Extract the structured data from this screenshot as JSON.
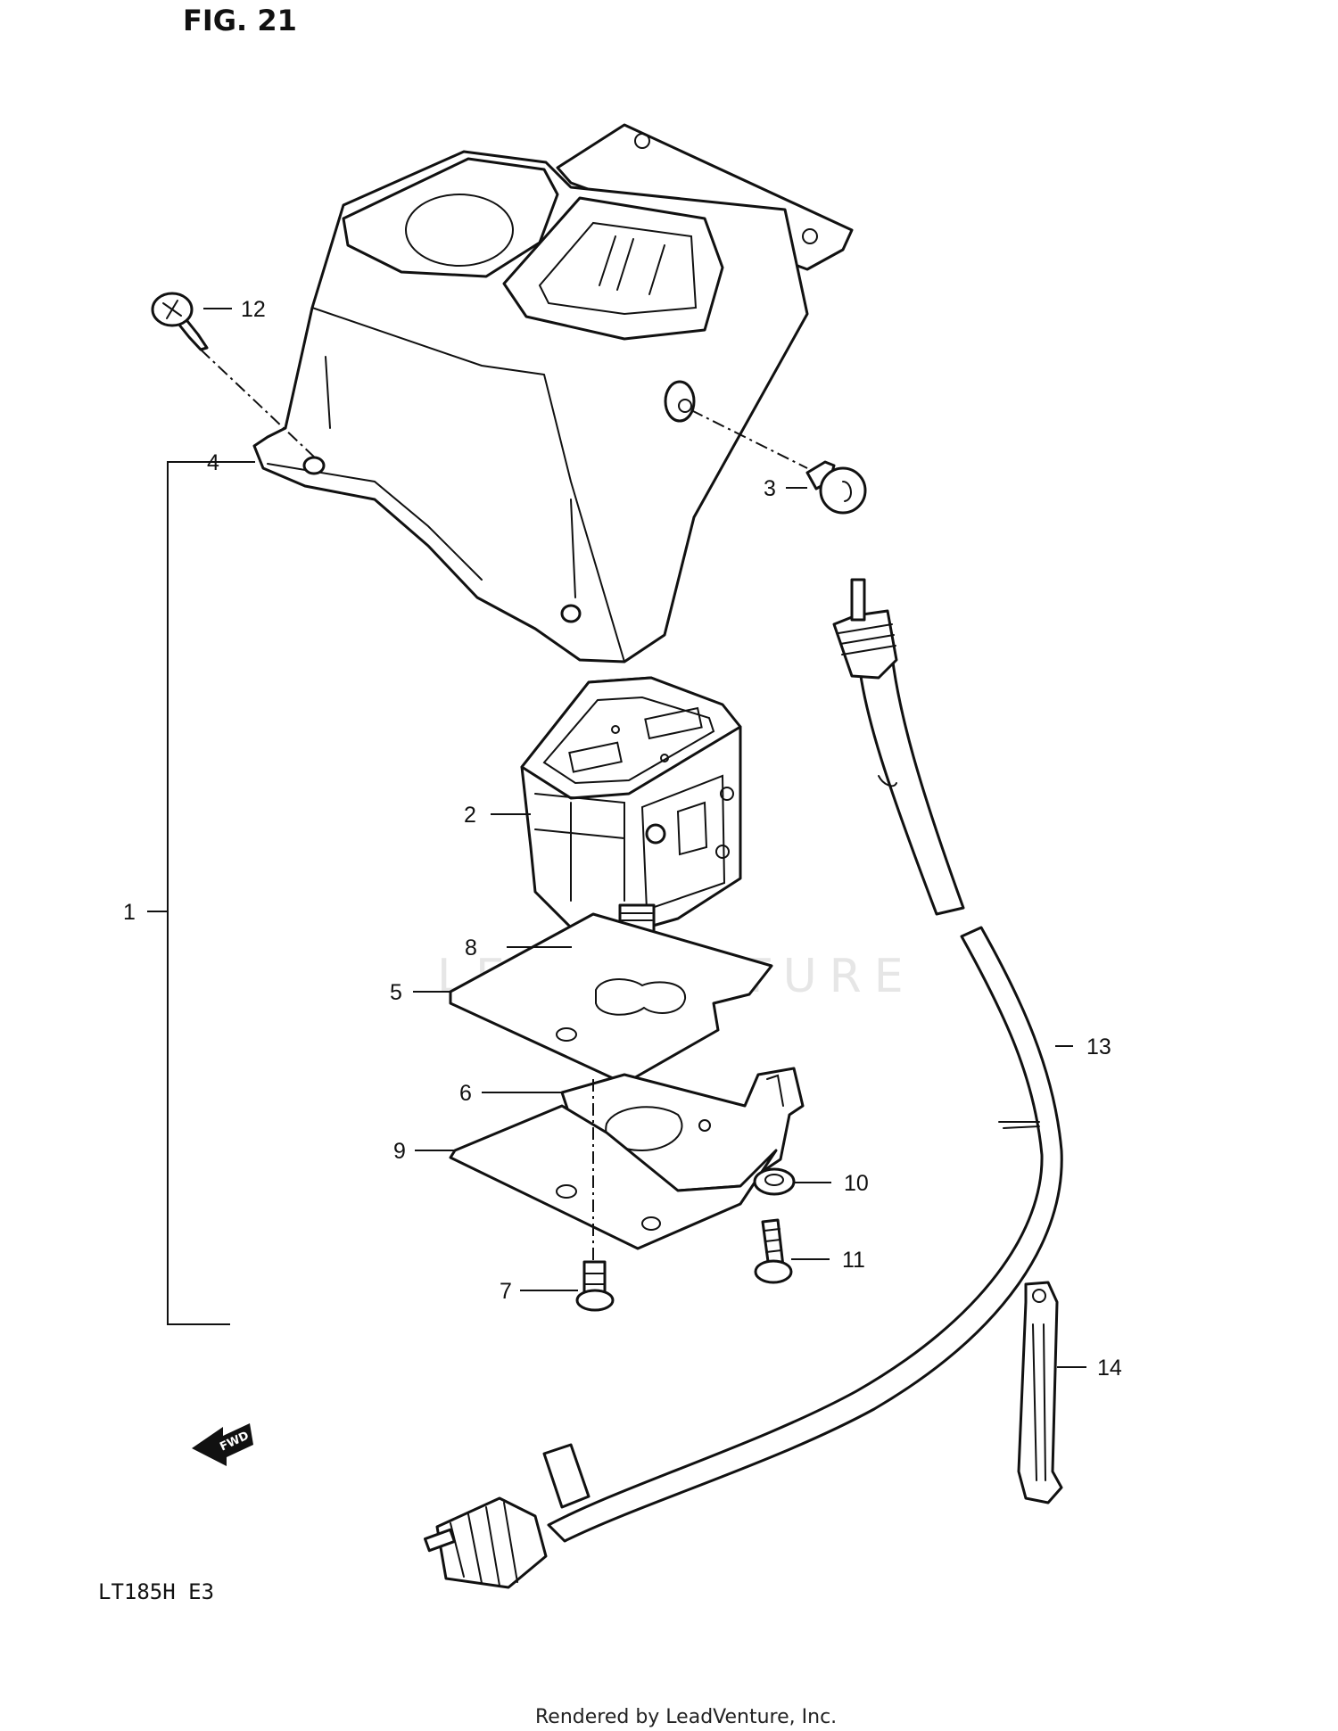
{
  "header": {
    "figure_label": "FIG. 21"
  },
  "watermark": "LEADVENTURE",
  "model_label": "LT185H  E3",
  "fwd_label": "FWD",
  "footer": {
    "credit": "Rendered by LeadVenture, Inc."
  },
  "callouts": {
    "c1": "1",
    "c2": "2",
    "c3": "3",
    "c4": "4",
    "c5": "5",
    "c6": "6",
    "c7": "7",
    "c8": "8",
    "c9": "9",
    "c10": "10",
    "c11": "11",
    "c12": "12",
    "c13": "13",
    "c14": "14"
  },
  "icons": {
    "fwd_arrow": "fwd-arrow-icon",
    "housing": "meter-housing-icon",
    "meter": "speedometer-icon",
    "cable": "speedometer-cable-icon"
  }
}
